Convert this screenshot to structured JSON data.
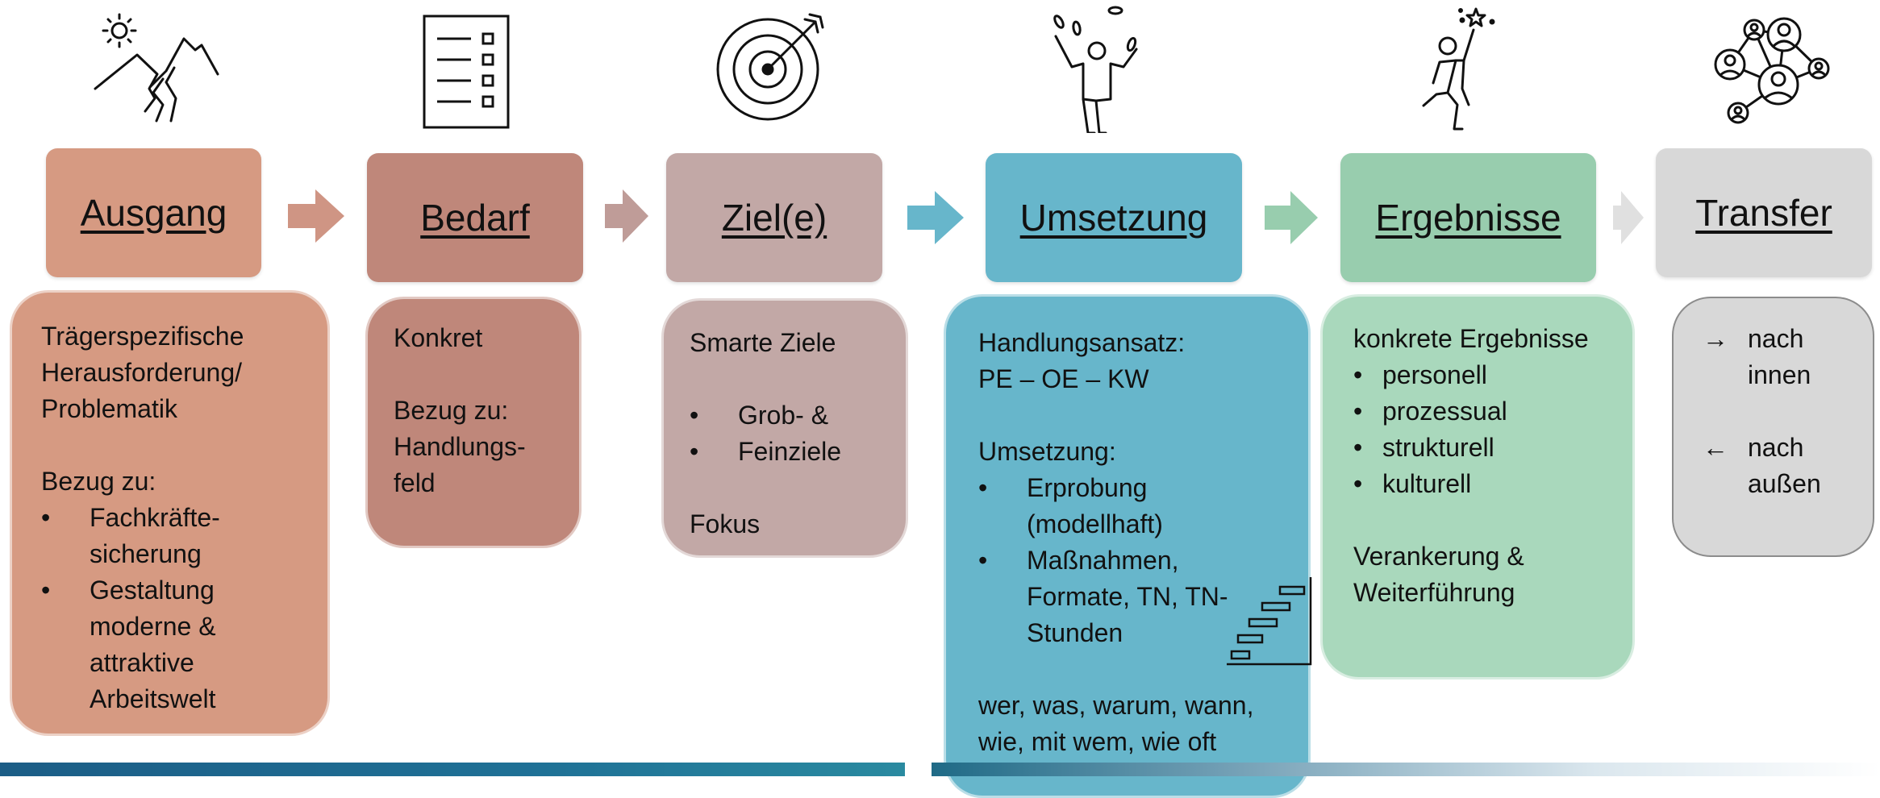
{
  "colors": {
    "ausgang": "#d69a82",
    "bedarf": "#bf877a",
    "ziele": "#c2a8a6",
    "umsetzung": "#67b6cb",
    "ergebnisse": "#98cdae",
    "transfer": "#d8d8d8",
    "bar": "#1f6a86"
  },
  "icons": [
    "mountain-sun-icon",
    "checklist-icon",
    "target-arrow-icon",
    "juggler-icon",
    "reaching-star-icon",
    "network-people-icon"
  ],
  "stages": [
    {
      "title": "Ausgang",
      "lines": [
        "Trägerspezifische",
        "Herausforderung/",
        "Problematik",
        "",
        "Bezug zu:"
      ],
      "bullets": [
        "Fachkräfte-",
        "sicherung",
        "Gestaltung",
        "moderne &",
        "attraktive",
        "Arbeitswelt"
      ]
    },
    {
      "title": "Bedarf",
      "lines": [
        "Konkret",
        "",
        "Bezug zu:",
        "Handlungs-",
        "feld"
      ]
    },
    {
      "title": "Ziel(e)",
      "lines": [
        "Smarte Ziele",
        ""
      ],
      "bullets": [
        "Grob- &",
        "Feinziele"
      ],
      "after": [
        "",
        "Fokus"
      ]
    },
    {
      "title": "Umsetzung",
      "lines": [
        "Handlungsansatz:",
        "PE – OE – KW",
        "",
        "Umsetzung:"
      ],
      "bullets": [
        "Erprobung",
        "(modellhaft)",
        "Maßnahmen,",
        "Formate, TN, TN-",
        "Stunden"
      ],
      "after": [
        "",
        "wer, was, warum, wann,",
        "wie, mit wem, wie oft"
      ]
    },
    {
      "title": "Ergebnisse",
      "lines": [
        "konkrete Ergebnisse"
      ],
      "bullets": [
        "personell",
        "prozessual",
        "strukturell",
        "kulturell"
      ],
      "after": [
        "",
        "Verankerung &",
        "Weiterführung"
      ]
    },
    {
      "title": "Transfer",
      "items": [
        {
          "arrow": "→",
          "text1": "nach",
          "text2": "innen"
        },
        {
          "arrow": "←",
          "text1": "nach",
          "text2": "außen"
        }
      ]
    }
  ]
}
